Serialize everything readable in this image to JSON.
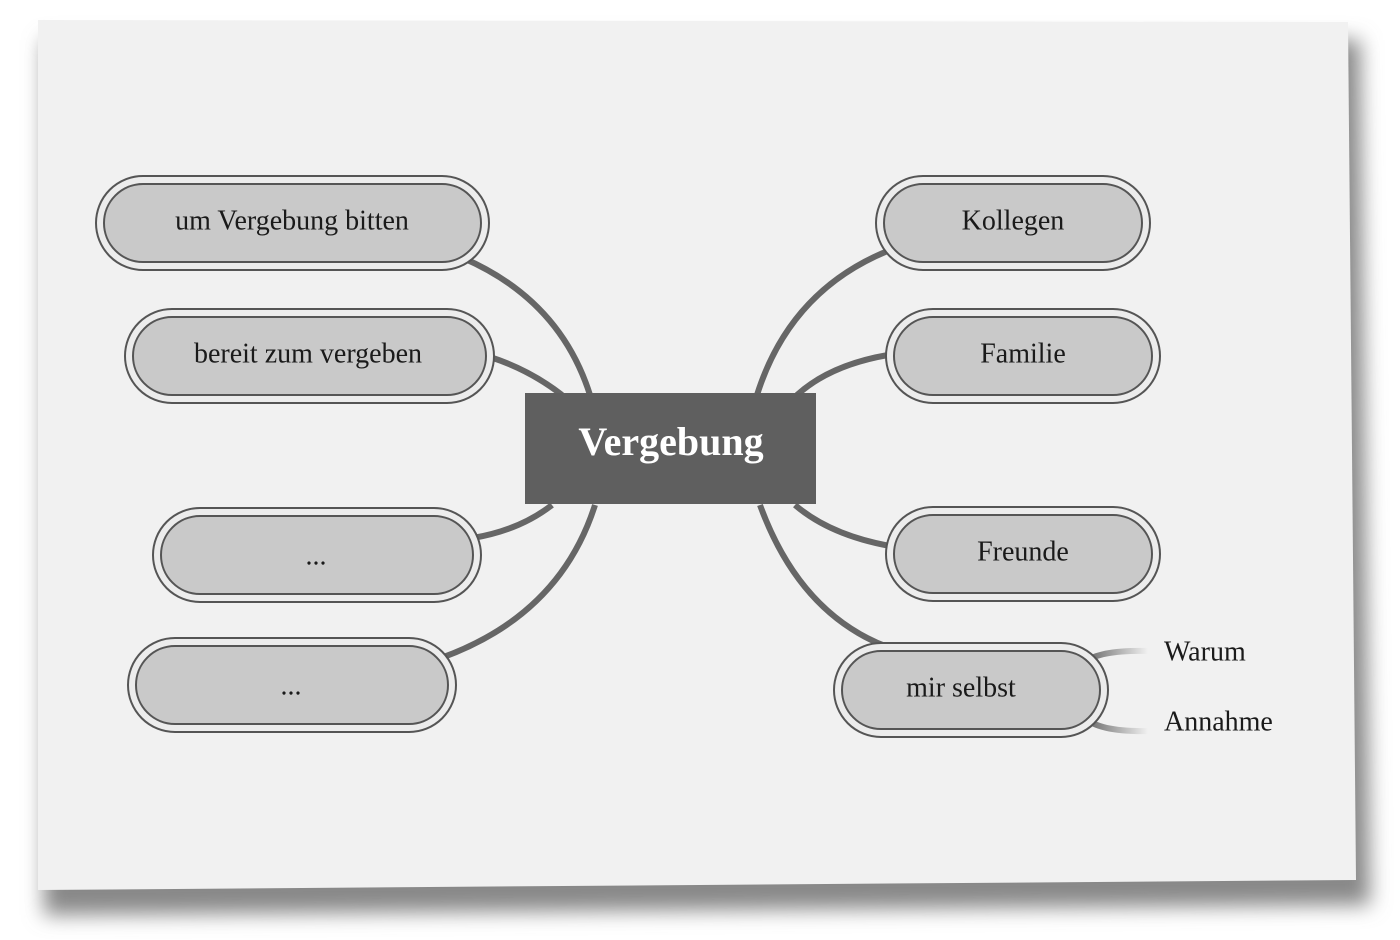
{
  "center": {
    "label": "Vergebung"
  },
  "left_nodes": [
    {
      "label": "um Vergebung bitten"
    },
    {
      "label": "bereit zum vergeben"
    },
    {
      "label": "..."
    },
    {
      "label": "..."
    }
  ],
  "right_nodes": [
    {
      "label": "Kollegen"
    },
    {
      "label": "Familie"
    },
    {
      "label": "Freunde"
    },
    {
      "label": "mir selbst"
    }
  ],
  "sub_nodes": [
    {
      "label": "Warum"
    },
    {
      "label": "Annahme"
    }
  ],
  "colors": {
    "center_fill": "#5f5f5f",
    "pill_fill": "#c9c9c9",
    "connector": "#666666"
  }
}
